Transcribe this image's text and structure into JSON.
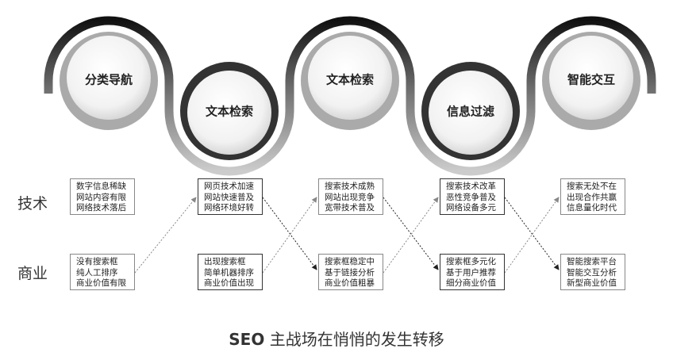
{
  "circles": [
    "分类导航",
    "文本检索",
    "文本检索",
    "信息过滤",
    "智能交互"
  ],
  "rows": {
    "tech": "技术",
    "biz": "商业"
  },
  "tech_boxes": [
    [
      "数字信息稀缺",
      "网站内容有限",
      "网络技术落后"
    ],
    [
      "网页技术加速",
      "网站快速普及",
      "网络环境好转"
    ],
    [
      "搜索技术成熟",
      "网站出现竞争",
      "宽带技术普及"
    ],
    [
      "搜索技术改革",
      "恶性竞争普及",
      "网络设备多元"
    ],
    [
      "搜索无处不在",
      "出现合作共赢",
      "信息量化时代"
    ]
  ],
  "biz_boxes": [
    [
      "没有搜索框",
      "纯人工排序",
      "商业价值有限"
    ],
    [
      "出现搜索框",
      "简单机器排序",
      "商业价值出现"
    ],
    [
      "搜索框稳定中",
      "基于链接分析",
      "商业价值粗暴"
    ],
    [
      "搜索框多元化",
      "基于用户推荐",
      "细分商业价值"
    ],
    [
      "智能搜索平台",
      "智能交互分析",
      "新型商业价值"
    ]
  ],
  "title": {
    "bold": "SEO",
    "rest": " 主战场在悄悄的发生转移"
  }
}
